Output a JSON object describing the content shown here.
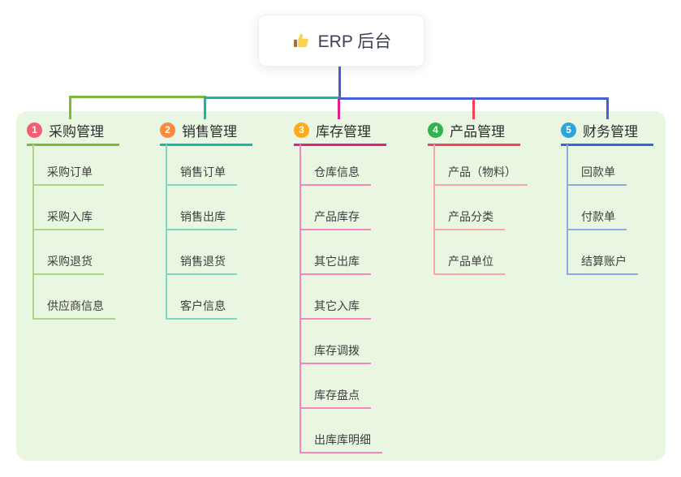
{
  "root": {
    "title": "ERP 后台",
    "icon": "thumbs-up"
  },
  "branches": [
    {
      "index": "1",
      "title": "采购管理",
      "accent": "#7cb93f",
      "light": "#abd57e",
      "badge": "#f25e74",
      "children": [
        "采购订单",
        "采购入库",
        "采购退货",
        "供应商信息"
      ]
    },
    {
      "index": "2",
      "title": "销售管理",
      "accent": "#14b8a6",
      "light": "#80d6c5",
      "badge": "#fb8a3a",
      "children": [
        "销售订单",
        "销售出库",
        "销售退货",
        "客户信息"
      ]
    },
    {
      "index": "3",
      "title": "库存管理",
      "accent": "#e0218a",
      "light": "#f287bd",
      "badge": "#fbab1c",
      "children": [
        "仓库信息",
        "产品库存",
        "其它出库",
        "其它入库",
        "库存调拨",
        "库存盘点",
        "出库库明细"
      ]
    },
    {
      "index": "4",
      "title": "产品管理",
      "accent": "#f0435a",
      "light": "#f8a5a3",
      "badge": "#2fb34a",
      "children": [
        "产品（物料）",
        "产品分类",
        "产品单位"
      ]
    },
    {
      "index": "5",
      "title": "财务管理",
      "accent": "#2d6be2",
      "light": "#8fa9e6",
      "badge": "#29a6df",
      "children": [
        "回款单",
        "付款单",
        "结算账户"
      ]
    }
  ],
  "connector_colors": {
    "root_stem": "#4d58cf",
    "bus_blue": "#4161d9"
  },
  "canvas": {
    "background": "#ffffff",
    "panel": "#e9f6e1"
  }
}
